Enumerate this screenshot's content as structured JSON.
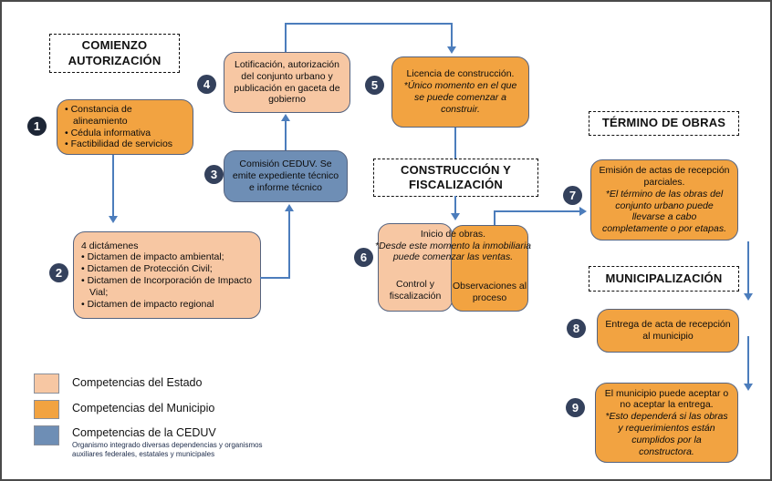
{
  "headers": {
    "comienzo": [
      "COMIENZO",
      "AUTORIZACIÓN"
    ],
    "construccion": [
      "CONSTRUCCIÓN Y",
      "FISCALIZACIÓN"
    ],
    "termino": "TÉRMINO DE OBRAS",
    "municipalizacion": "MUNICIPALIZACIÓN"
  },
  "steps": {
    "s1": {
      "number": "1",
      "items": [
        "• Constancia de alineamiento",
        "• Cédula informativa",
        "• Factibilidad de servicios"
      ]
    },
    "s2": {
      "number": "2",
      "title": "4 dictámenes",
      "items": [
        "• Dictamen de impacto ambiental;",
        "• Dictamen de Protección Civil;",
        "• Dictamen de Incorporación de Impacto Vial;",
        "• Dictamen de impacto regional"
      ]
    },
    "s3": {
      "number": "3",
      "text": "Comisión CEDUV. Se emite expediente técnico e informe técnico"
    },
    "s4": {
      "number": "4",
      "text": "Lotificación, autorización del conjunto urbano y publicación en gaceta de gobierno"
    },
    "s5": {
      "number": "5",
      "main": "Licencia de construcción.",
      "note": "*Único momento en el que se puede comenzar a construir."
    },
    "s6": {
      "number": "6",
      "main": "Inicio de obras.",
      "note": "*Desde este momento la inmobiliaria puede comenzar las ventas.",
      "left_label": "Control y fiscalización",
      "right_label": "Observaciones al proceso"
    },
    "s7": {
      "number": "7",
      "main": "Emisión de actas de recepción parciales.",
      "note": "*El término de las obras del conjunto urbano puede llevarse a cabo completamente o por etapas."
    },
    "s8": {
      "number": "8",
      "text": "Entrega de acta de recepción al municipio"
    },
    "s9": {
      "number": "9",
      "main": "El municipio puede aceptar o no aceptar la entrega.",
      "note": "*Esto dependerá si las obras y requerimientos están cumplidos por la constructora."
    }
  },
  "legend": {
    "estado_label": "Competencias del Estado",
    "municipio_label": "Competencias del Municipio",
    "ceduv_label": "Competencias de la CEDUV",
    "ceduv_note": "Organismo integrado diversas dependencias y organismos auxiliares federales, estatales y municipales"
  },
  "colors": {
    "estado": "#F7C7A3",
    "municipio": "#F2A341",
    "ceduv": "#6E8EB5",
    "arrow": "#4C7DBC",
    "box_border": "#55637f",
    "number_badge": "#34415c"
  }
}
